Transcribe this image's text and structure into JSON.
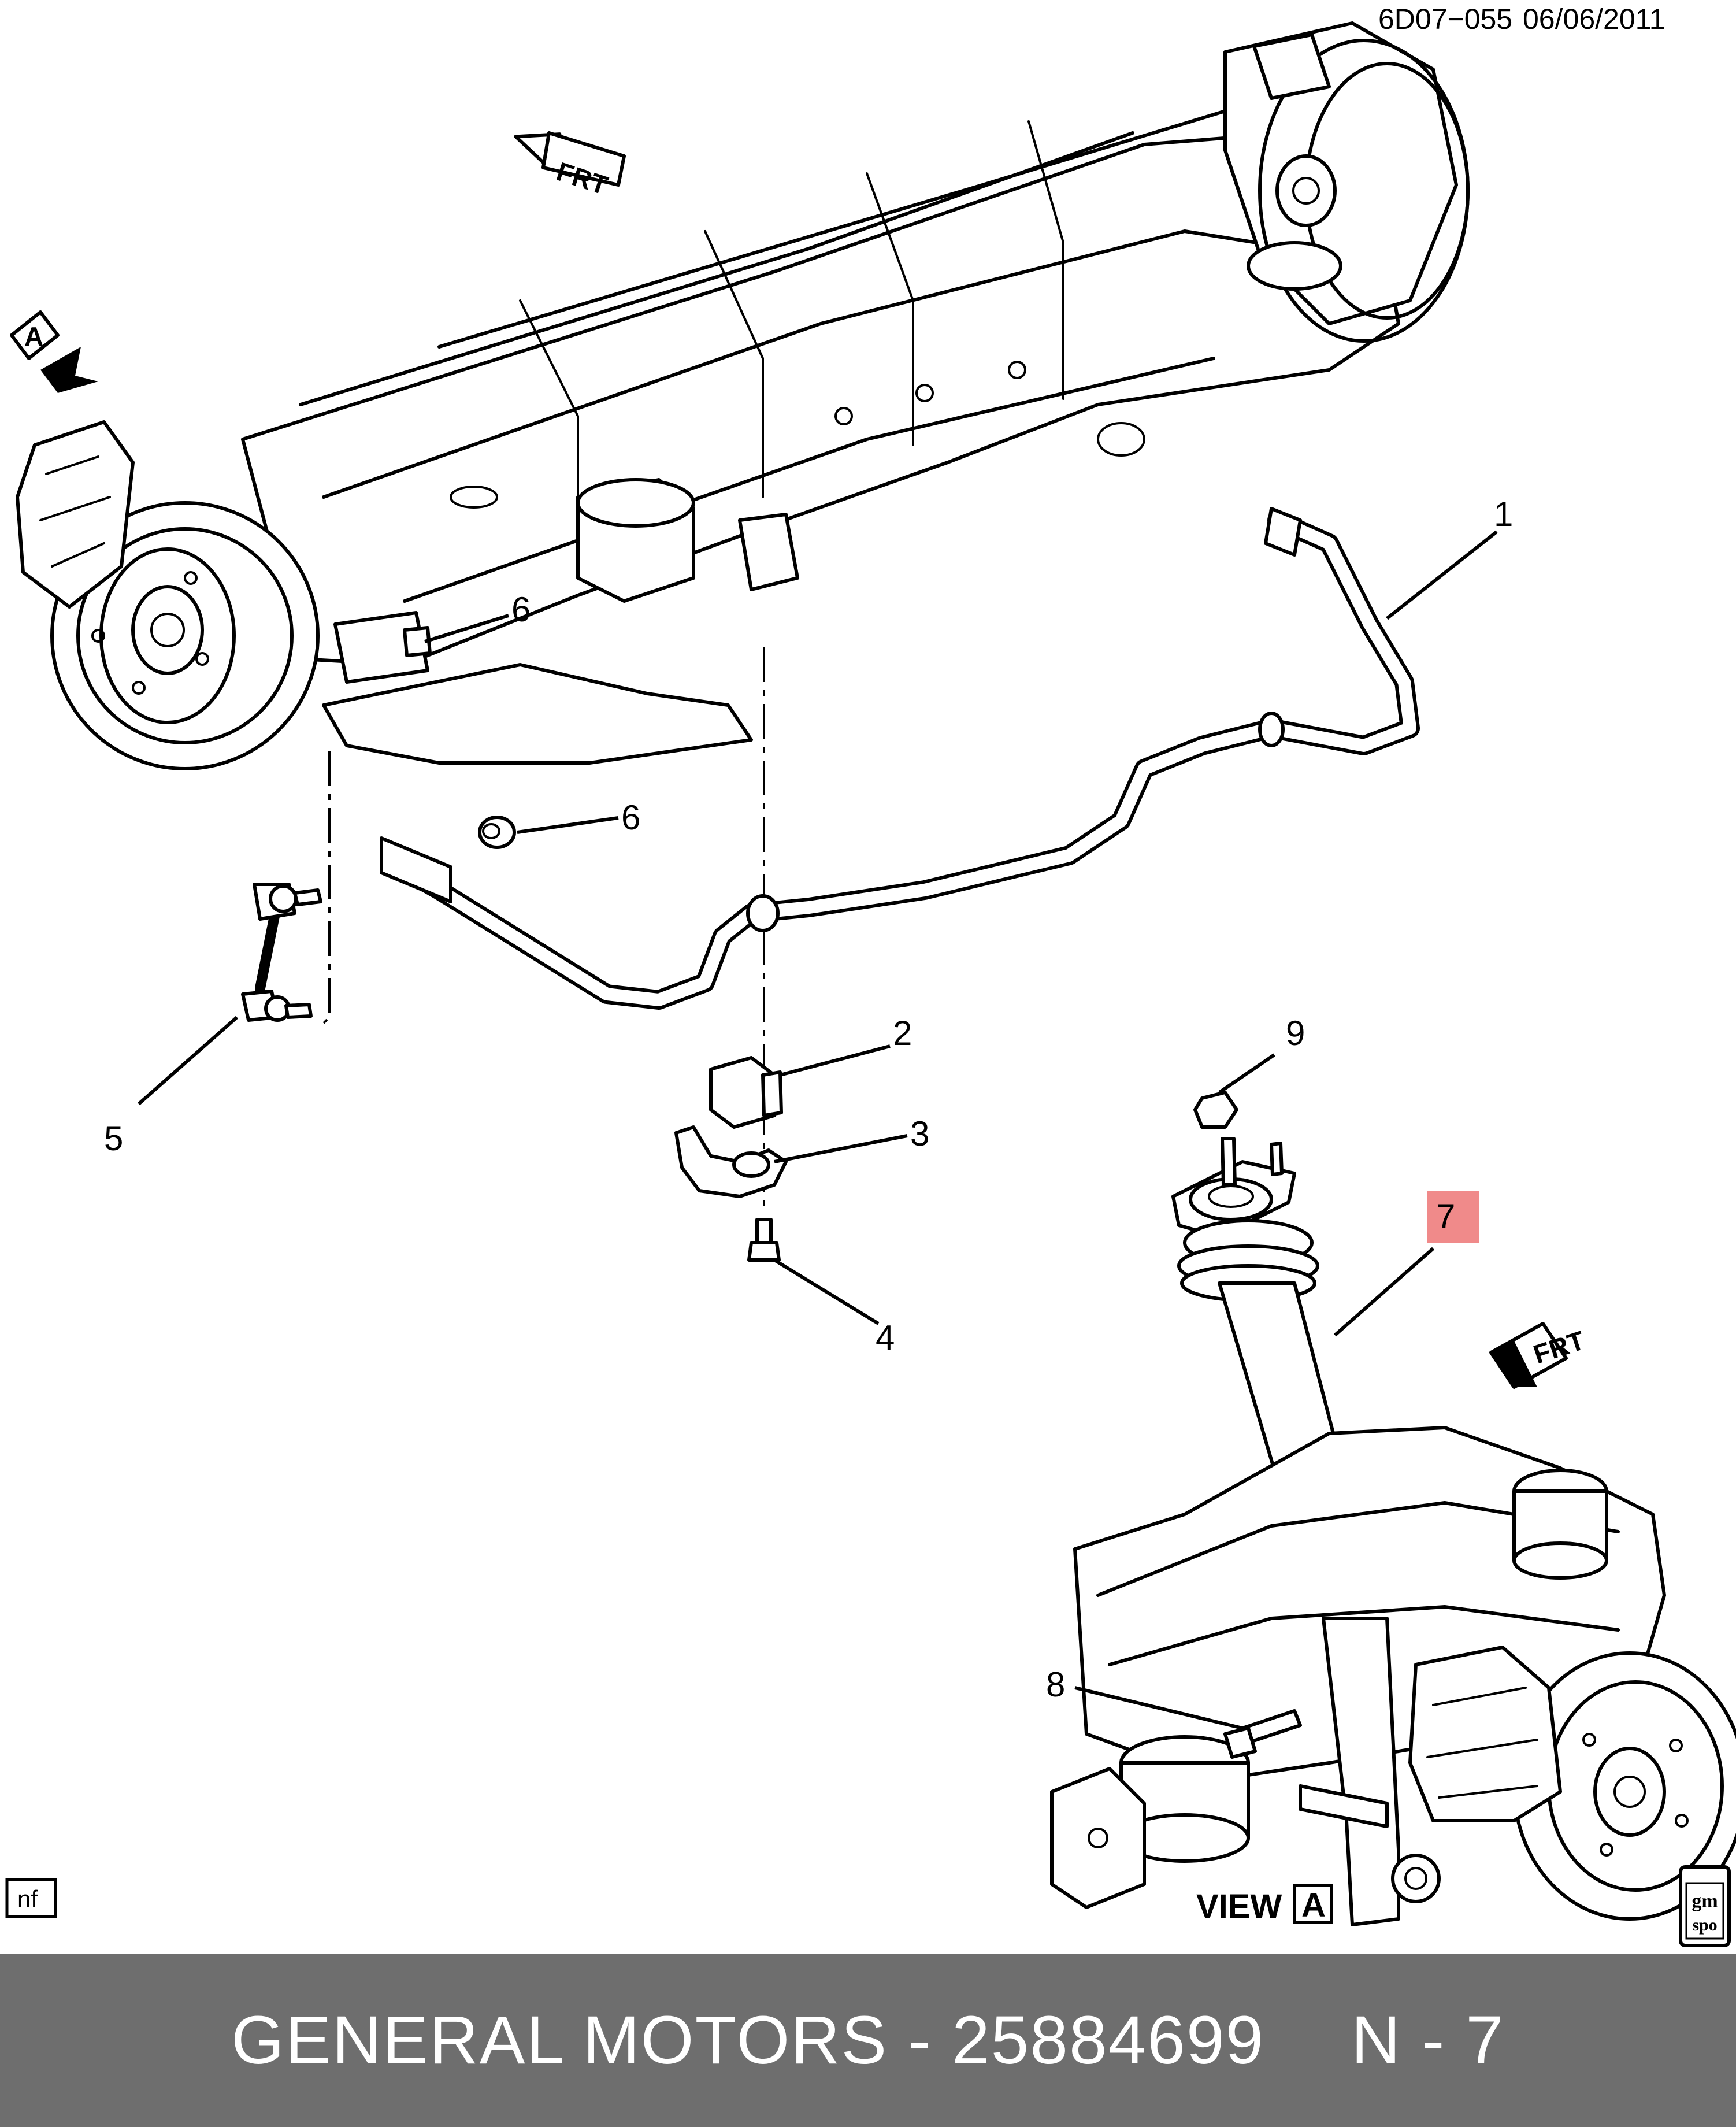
{
  "header": {
    "code": "6D07−055",
    "date": "06/06/2011"
  },
  "callouts": [
    {
      "id": "1",
      "label": "1"
    },
    {
      "id": "2",
      "label": "2"
    },
    {
      "id": "3",
      "label": "3"
    },
    {
      "id": "4",
      "label": "4"
    },
    {
      "id": "5",
      "label": "5"
    },
    {
      "id": "6a",
      "label": "6"
    },
    {
      "id": "6b",
      "label": "6"
    },
    {
      "id": "7",
      "label": "7",
      "highlight": "#f08a8a"
    },
    {
      "id": "8",
      "label": "8"
    },
    {
      "id": "9",
      "label": "9"
    }
  ],
  "view_arrow": {
    "letter": "A"
  },
  "frt_labels": [
    "FRT",
    "FRT"
  ],
  "view_label": {
    "prefix": "VIEW",
    "letter": "A"
  },
  "corner_box": {
    "text": "nf"
  },
  "logo": {
    "line1": "gm",
    "line2": "spo"
  },
  "footer": {
    "brand": "GENERAL MOTORS",
    "separator": "-",
    "part_number": "25884699",
    "ref": "N - 7",
    "background": "#6e6e6e"
  }
}
